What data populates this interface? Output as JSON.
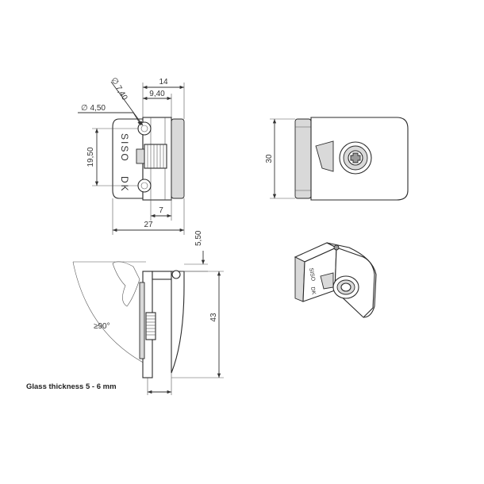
{
  "dimensions": {
    "d_7_40": "∅ 7,40",
    "d_14": "14",
    "d_9_40": "9,40",
    "d_4_50": "∅ 4,50",
    "d_19_50": "19,50",
    "d_7": "7",
    "d_27": "27",
    "d_30": "30",
    "d_5_50": "5,50",
    "d_43": "43",
    "angle": "≥90°"
  },
  "engraving": {
    "brand": "SISO",
    "mark": "DK"
  },
  "note": "Glass thickness 5 - 6 mm"
}
